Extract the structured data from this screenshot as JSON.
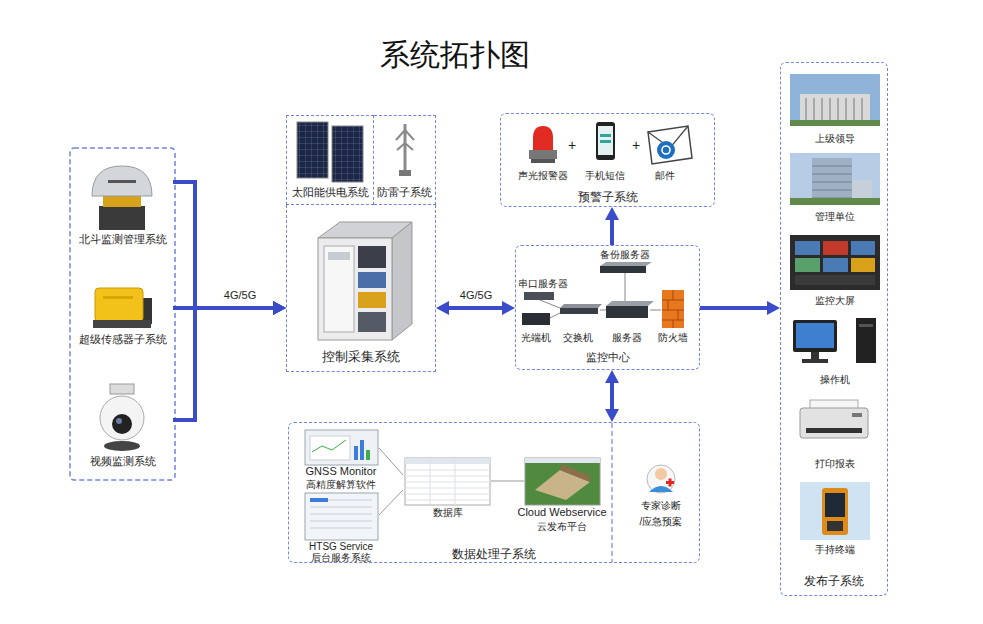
{
  "diagram": {
    "title": "系统拓扑图",
    "nodes": [
      {
        "text": [
          "北斗监测管理系统"
        ]
      },
      {
        "text": [
          "超级传感器子系统"
        ]
      },
      {
        "text": [
          "视频监测系统"
        ]
      },
      {
        "text": [
          "太阳能供电系统"
        ]
      },
      {
        "text": [
          "防雷子系统"
        ]
      },
      {
        "text": [
          "控制采集系统"
        ]
      },
      {
        "text": [
          "预警子系统"
        ]
      },
      {
        "text": [
          "监控中心"
        ]
      },
      {
        "text": [
          "数据处理子系统"
        ]
      },
      {
        "text": [
          "发布子系统"
        ]
      }
    ],
    "edges": [
      {
        "from": 0,
        "to": 5,
        "arrow": "to"
      },
      {
        "from": 1,
        "to": 5,
        "label": "4G/5G",
        "arrow": "to"
      },
      {
        "from": 2,
        "to": 5,
        "arrow": "to"
      },
      {
        "from": 5,
        "to": 7,
        "label": "4G/5G",
        "arrow": "both"
      },
      {
        "from": 7,
        "to": 6,
        "arrow": "to"
      },
      {
        "from": 7,
        "to": 8,
        "arrow": "both"
      },
      {
        "from": 7,
        "to": 9,
        "arrow": "to"
      }
    ],
    "labels": [
      "声光报警器",
      "+",
      "手机短信",
      "+",
      "邮件",
      "备份服务器",
      "串口服务器",
      "光端机",
      "交换机",
      "服务器",
      "防火墙",
      "GNSS Monitor",
      "高精度解算软件",
      "数据库",
      "Cloud Webservice",
      "云发布平台",
      "HTSG Service",
      "后台服务系统",
      "专家诊断",
      "/应急预案",
      "上级领导",
      "管理单位",
      "监控大屏",
      "操作机",
      "打印报表",
      "手持终端"
    ]
  }
}
